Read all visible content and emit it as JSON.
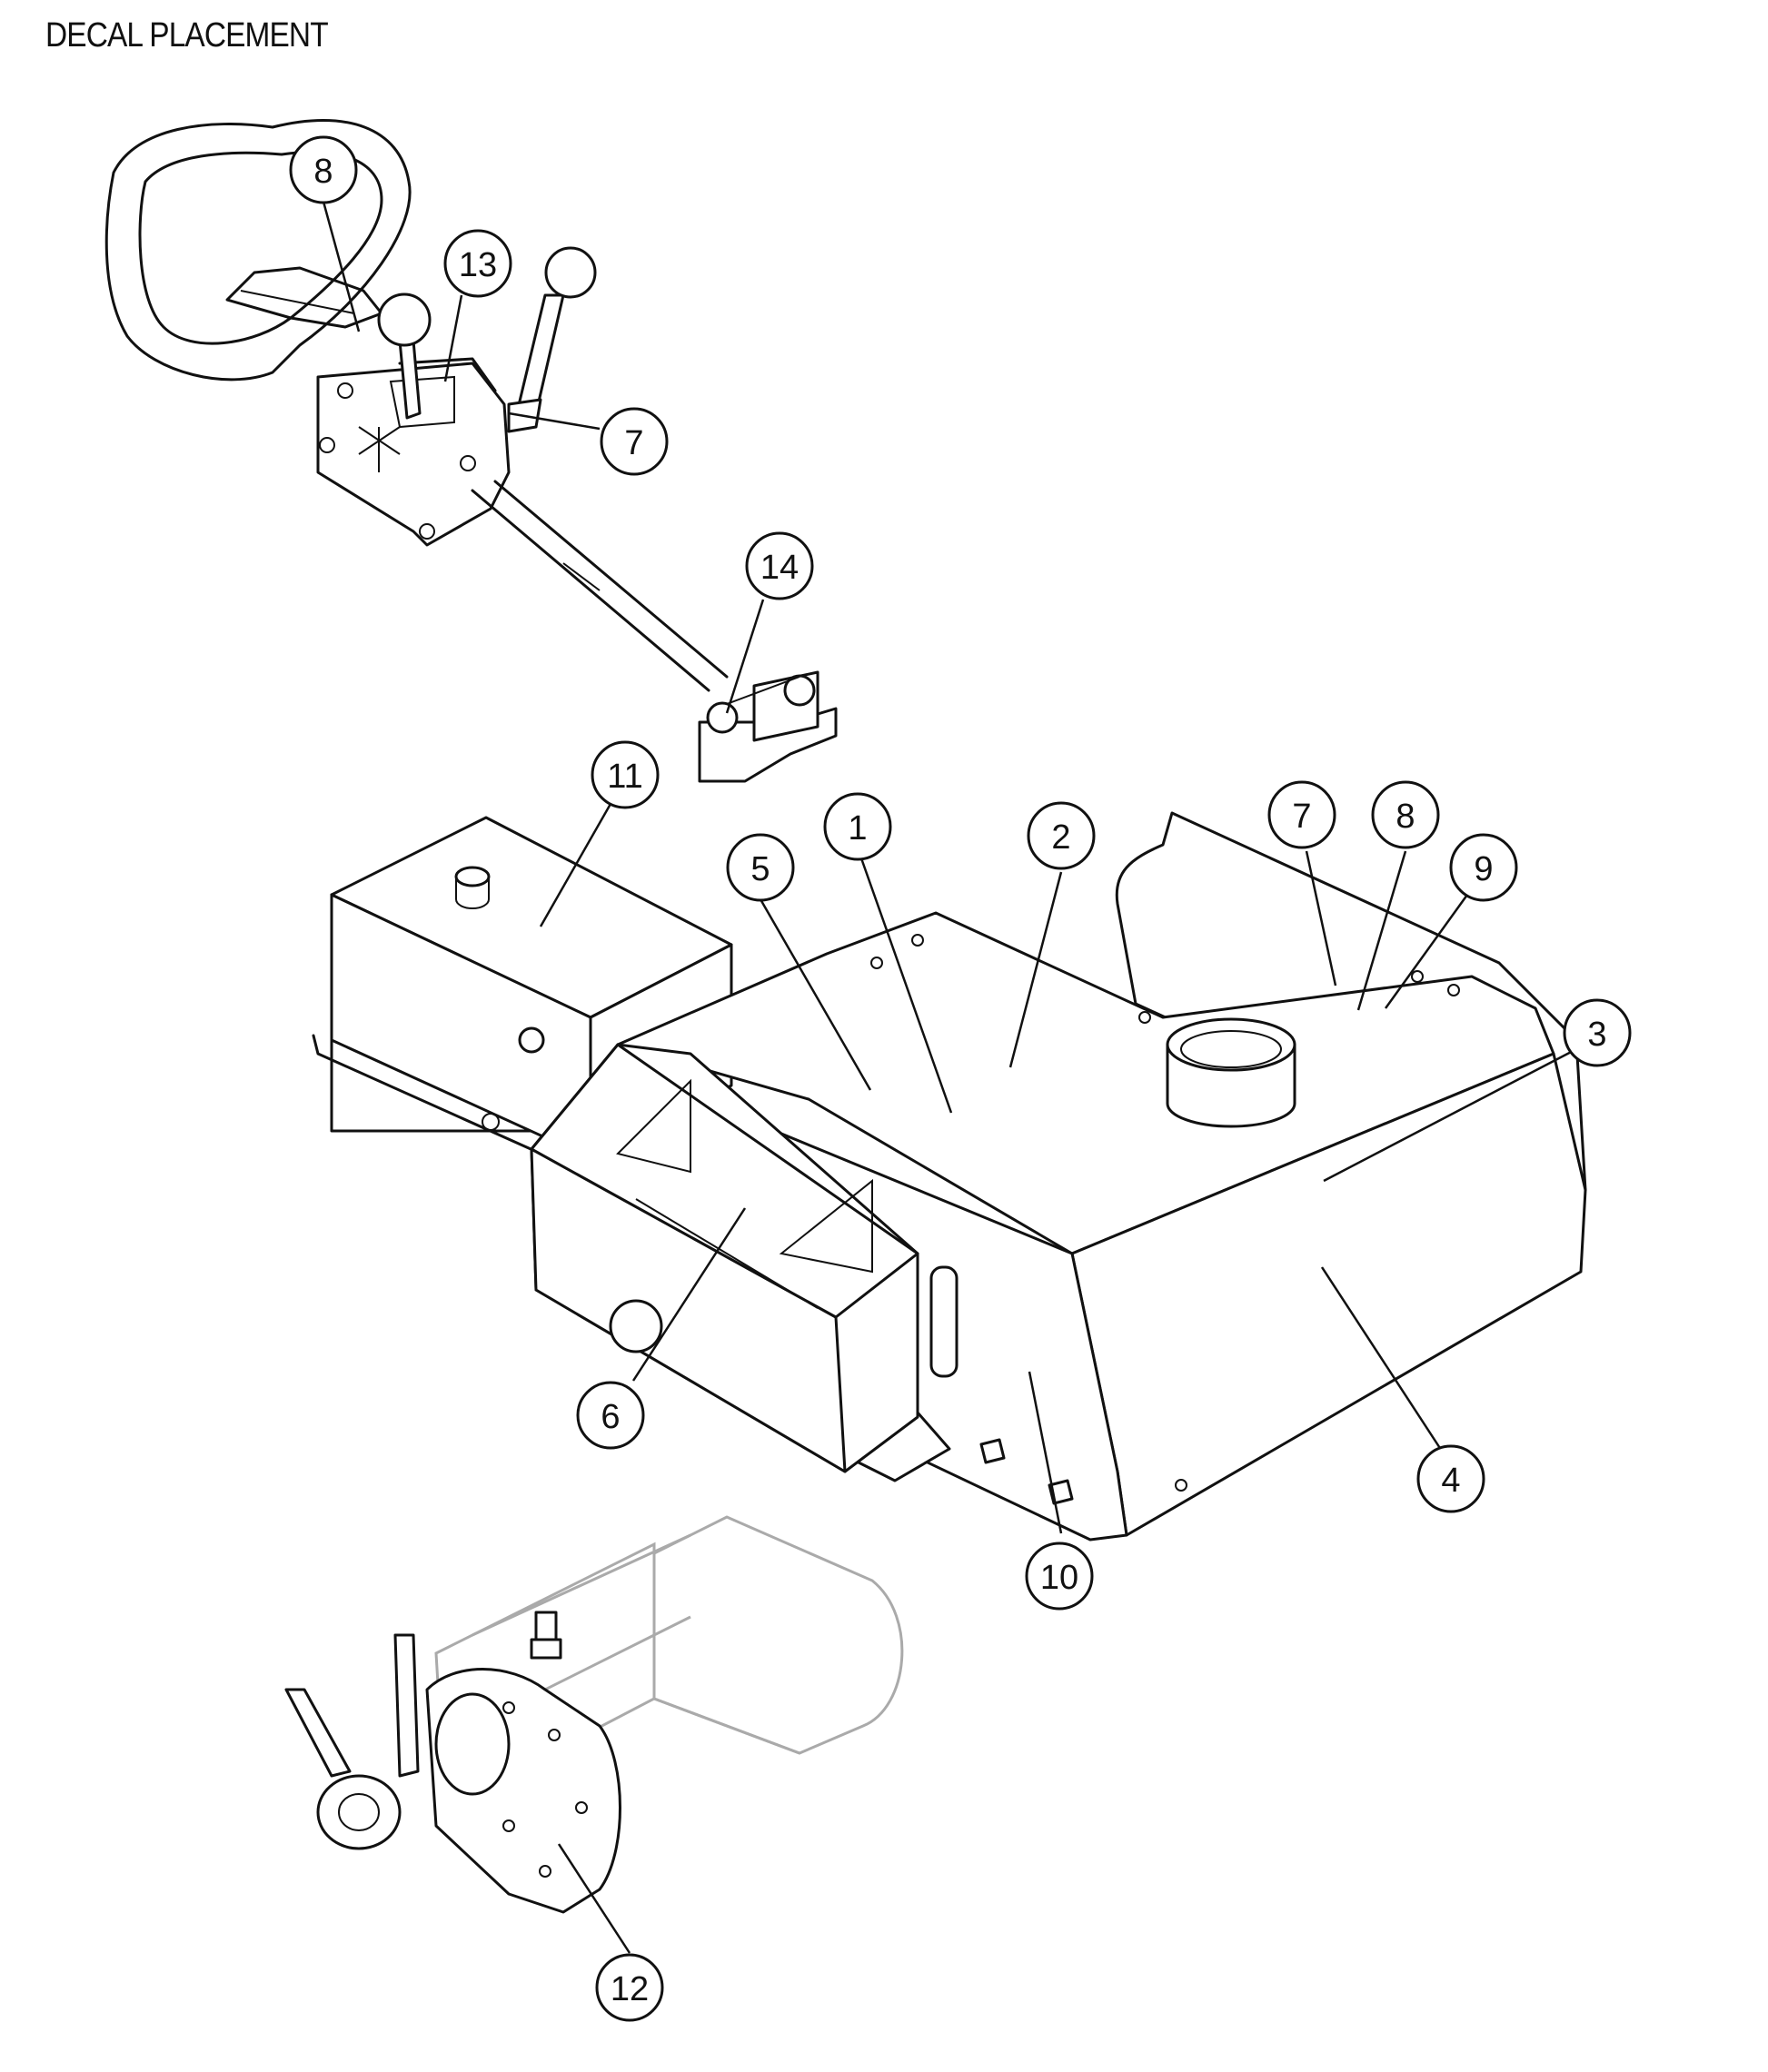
{
  "title": "DECAL PLACEMENT",
  "callouts": [
    {
      "label": "8"
    },
    {
      "label": "13"
    },
    {
      "label": "7"
    },
    {
      "label": "14"
    },
    {
      "label": "11"
    },
    {
      "label": "1"
    },
    {
      "label": "5"
    },
    {
      "label": "2"
    },
    {
      "label": "7"
    },
    {
      "label": "8"
    },
    {
      "label": "9"
    },
    {
      "label": "3"
    },
    {
      "label": "6"
    },
    {
      "label": "4"
    },
    {
      "label": "10"
    },
    {
      "label": "12"
    }
  ]
}
